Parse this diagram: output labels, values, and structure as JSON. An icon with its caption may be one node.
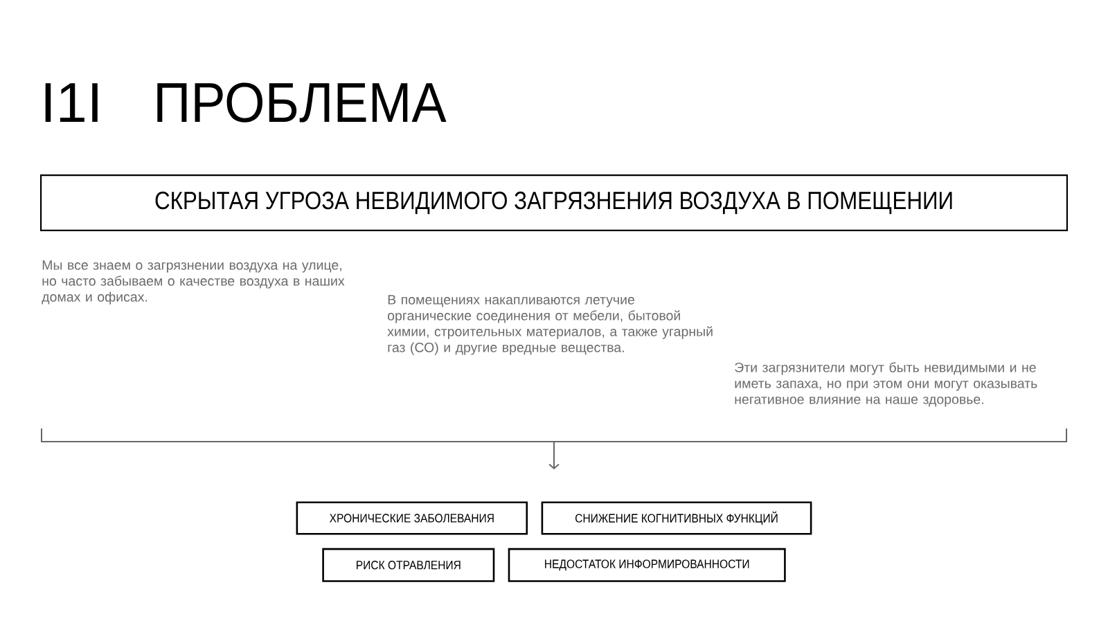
{
  "diagram": {
    "title": "ПРОБЛЕМА",
    "nodes": [
      {
        "text": [
          "СКРЫТАЯ УГРОЗА НЕВИДИМОГО ЗАГРЯЗНЕНИЯ ВОЗДУХА В ПОМЕЩЕНИИ"
        ]
      },
      {
        "text": [
          "ХРОНИЧЕСКИЕ ЗАБОЛЕВАНИЯ"
        ]
      },
      {
        "text": [
          "СНИЖЕНИЕ КОГНИТИВНЫХ ФУНКЦИЙ"
        ]
      },
      {
        "text": [
          "РИСК ОТРАВЛЕНИЯ"
        ]
      },
      {
        "text": [
          "НЕДОСТАТОК ИНФОРМИРОВАННОСТИ"
        ]
      }
    ],
    "labels": [
      "I1I",
      "Мы все знаем о загрязнении воздуха на улице, но часто забываем о качестве воздуха в наших домах и офисах.",
      "В помещениях накапливаются летучие органические соединения от мебели, бытовой химии, строительных материалов, а также угарный газ (СО) и другие вредные вещества.",
      "Эти загрязнители могут быть невидимыми и не иметь запаха, но при этом они могут оказывать негативное влияние на наше здоровье."
    ]
  }
}
